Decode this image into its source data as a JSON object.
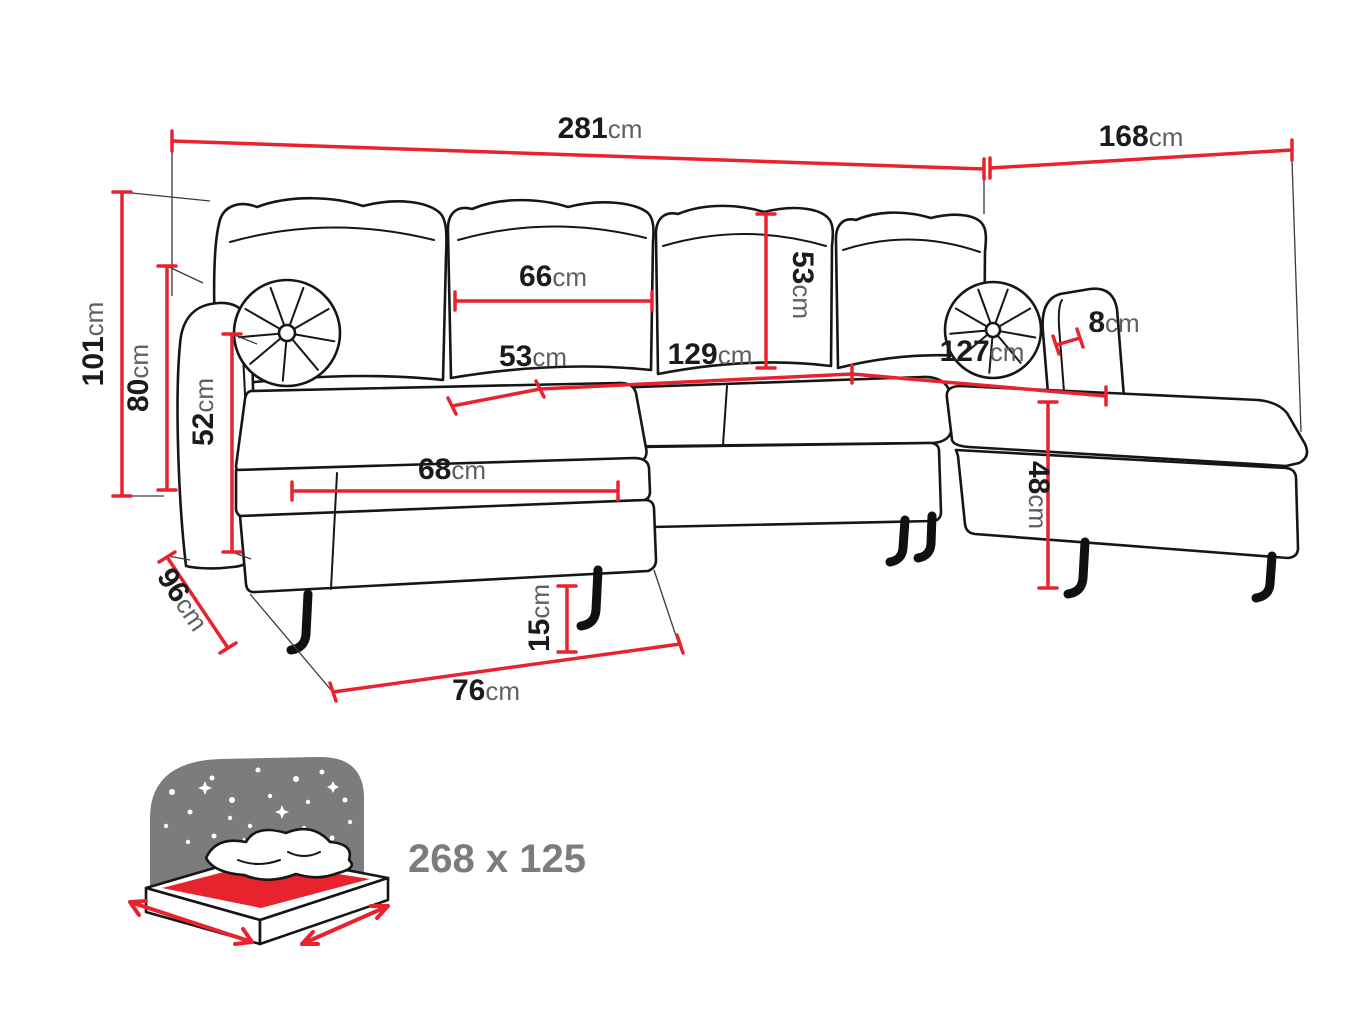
{
  "page": {
    "background": "#ffffff"
  },
  "colors": {
    "dimension_red": "#e8232e",
    "outline_black": "#161616",
    "bed_gray": "#7c7c7c",
    "unit_gray": "#5f5f5f"
  },
  "dims": {
    "total_width": {
      "value": "281",
      "unit": "cm"
    },
    "right_section_depth": {
      "value": "168",
      "unit": "cm"
    },
    "total_height": {
      "value": "101",
      "unit": "cm"
    },
    "backrest_height": {
      "value": "80",
      "unit": "cm"
    },
    "armrest_height": {
      "value": "52",
      "unit": "cm"
    },
    "back_cushion_width": {
      "value": "66",
      "unit": "cm"
    },
    "back_cushion_height": {
      "value": "53",
      "unit": "cm"
    },
    "seat_depth": {
      "value": "53",
      "unit": "cm"
    },
    "middle_seat_width": {
      "value": "129",
      "unit": "cm"
    },
    "right_seat_width": {
      "value": "127",
      "unit": "cm"
    },
    "right_armrest_width": {
      "value": "8",
      "unit": "cm"
    },
    "chaise_seat_length": {
      "value": "68",
      "unit": "cm"
    },
    "seat_height": {
      "value": "48",
      "unit": "cm"
    },
    "left_section_depth": {
      "value": "96",
      "unit": "cm"
    },
    "chaise_front_width": {
      "value": "76",
      "unit": "cm"
    },
    "leg_height": {
      "value": "15",
      "unit": "cm"
    }
  },
  "bed_function": {
    "sleeping_area": "268 x 125"
  }
}
